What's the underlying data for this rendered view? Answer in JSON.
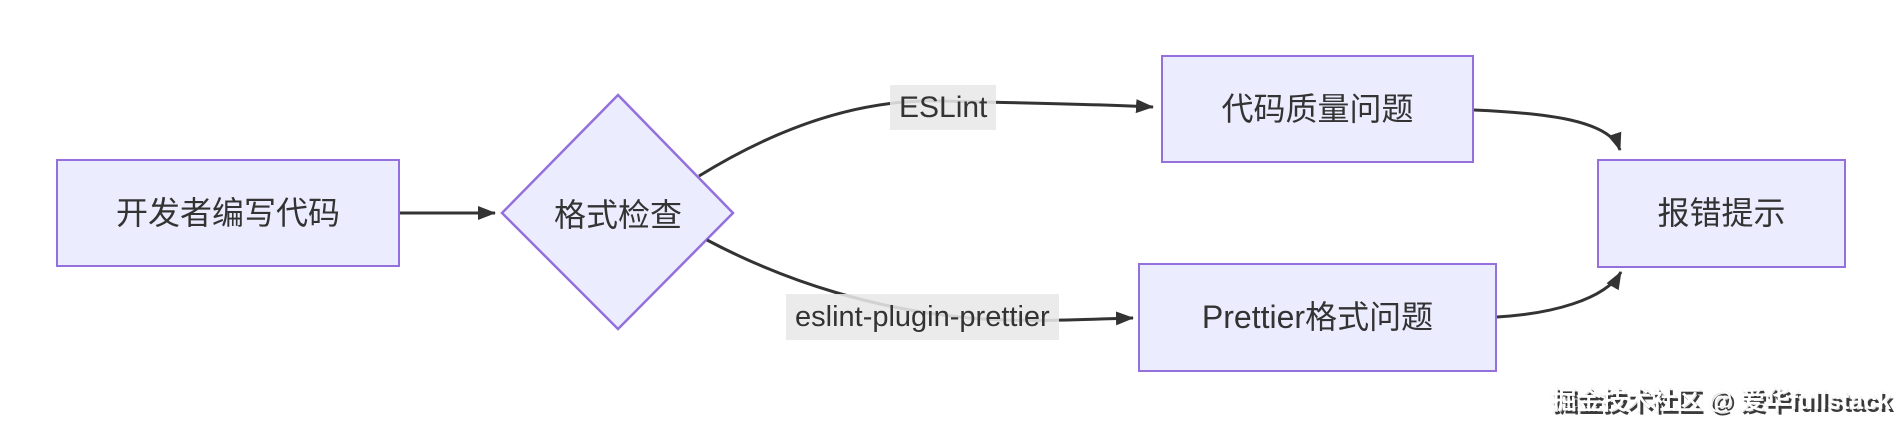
{
  "diagram": {
    "nodes": {
      "dev": {
        "label": "开发者编写代码"
      },
      "check": {
        "label": "格式检查"
      },
      "quality": {
        "label": "代码质量问题"
      },
      "prettier": {
        "label": "Prettier格式问题"
      },
      "error": {
        "label": "报错提示"
      }
    },
    "edge_labels": {
      "eslint": "ESLint",
      "plugin": "eslint-plugin-prettier"
    }
  },
  "watermark": {
    "text": "掘金技术社区 @ 爱华fullstack"
  },
  "colors": {
    "node_fill": "#ECECFF",
    "node_border": "#9370DB",
    "edge": "#333333",
    "text": "#333333",
    "label_bg": "rgba(232,232,232,0.88)"
  }
}
